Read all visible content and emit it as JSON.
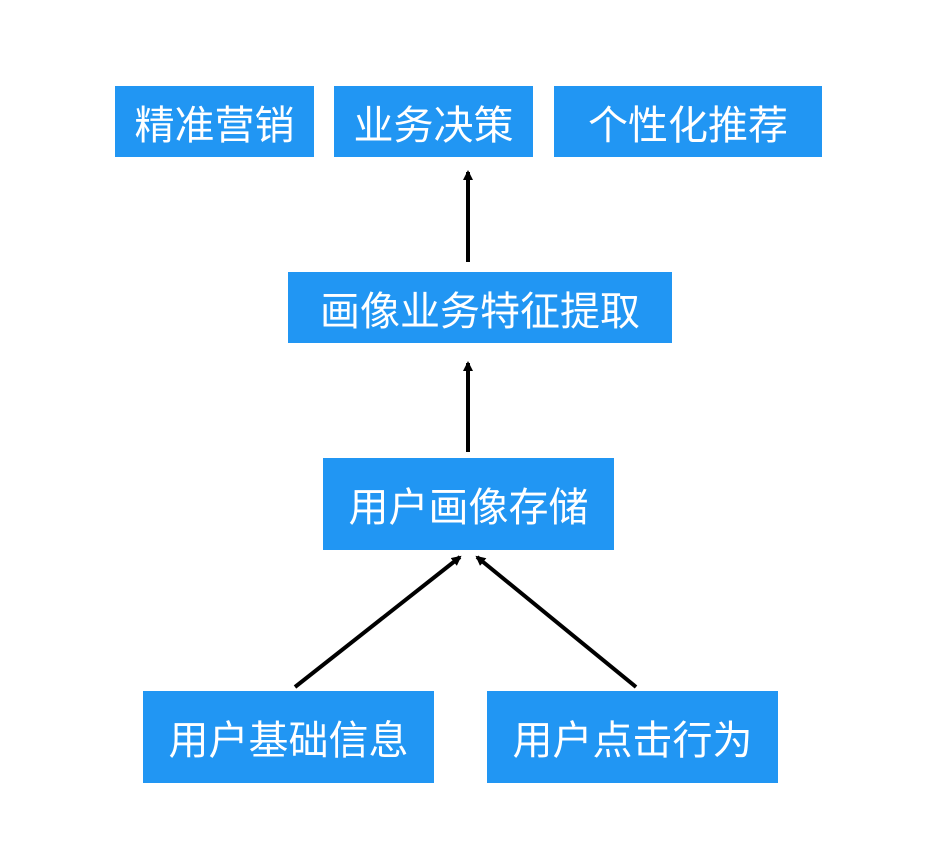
{
  "diagram": {
    "top_row": {
      "marketing": "精准营销",
      "decision": "业务决策",
      "recommend": "个性化推荐"
    },
    "feature_extraction": "画像业务特征提取",
    "profile_storage": "用户画像存储",
    "sources": {
      "basic_info": "用户基础信息",
      "click_behavior": "用户点击行为"
    },
    "colors": {
      "box_fill": "#2196f3",
      "box_text": "#ffffff",
      "arrow": "#000000",
      "background": "#ffffff"
    }
  }
}
